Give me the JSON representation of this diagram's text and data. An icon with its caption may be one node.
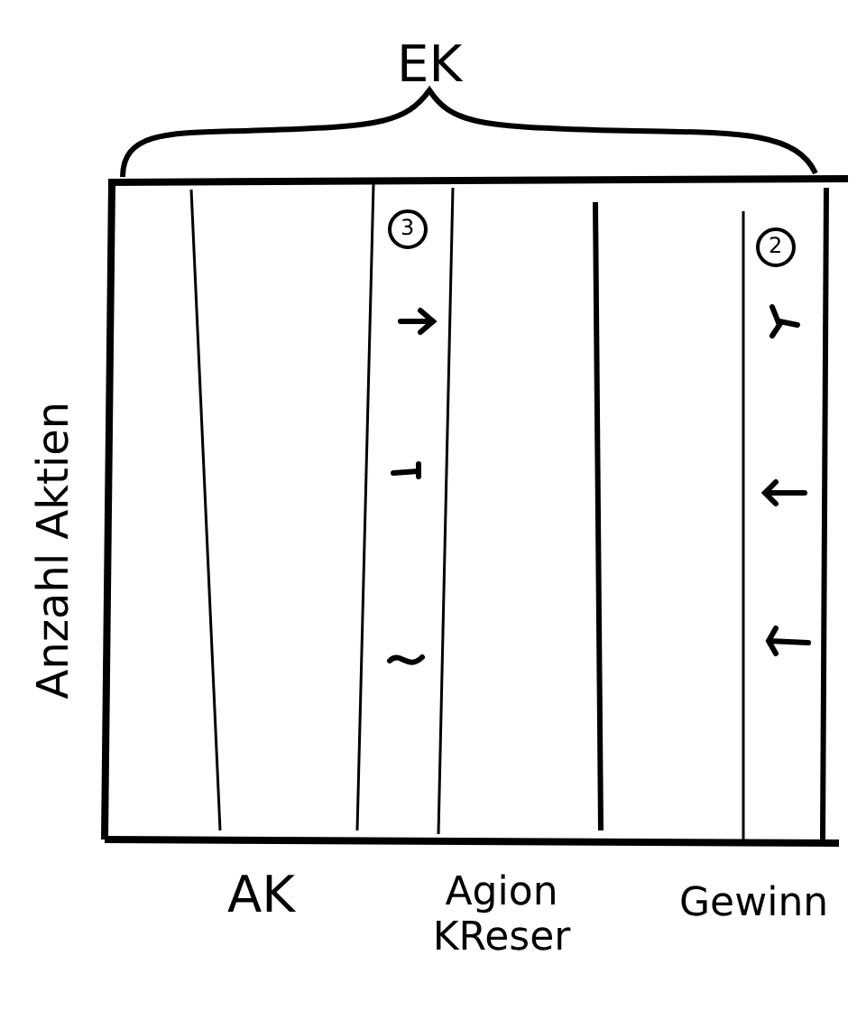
{
  "diagram": {
    "labels": [
      "EK",
      "Anzahl Aktien",
      "3",
      "2",
      "AK",
      "Agion KReser",
      "Gewinn"
    ]
  }
}
